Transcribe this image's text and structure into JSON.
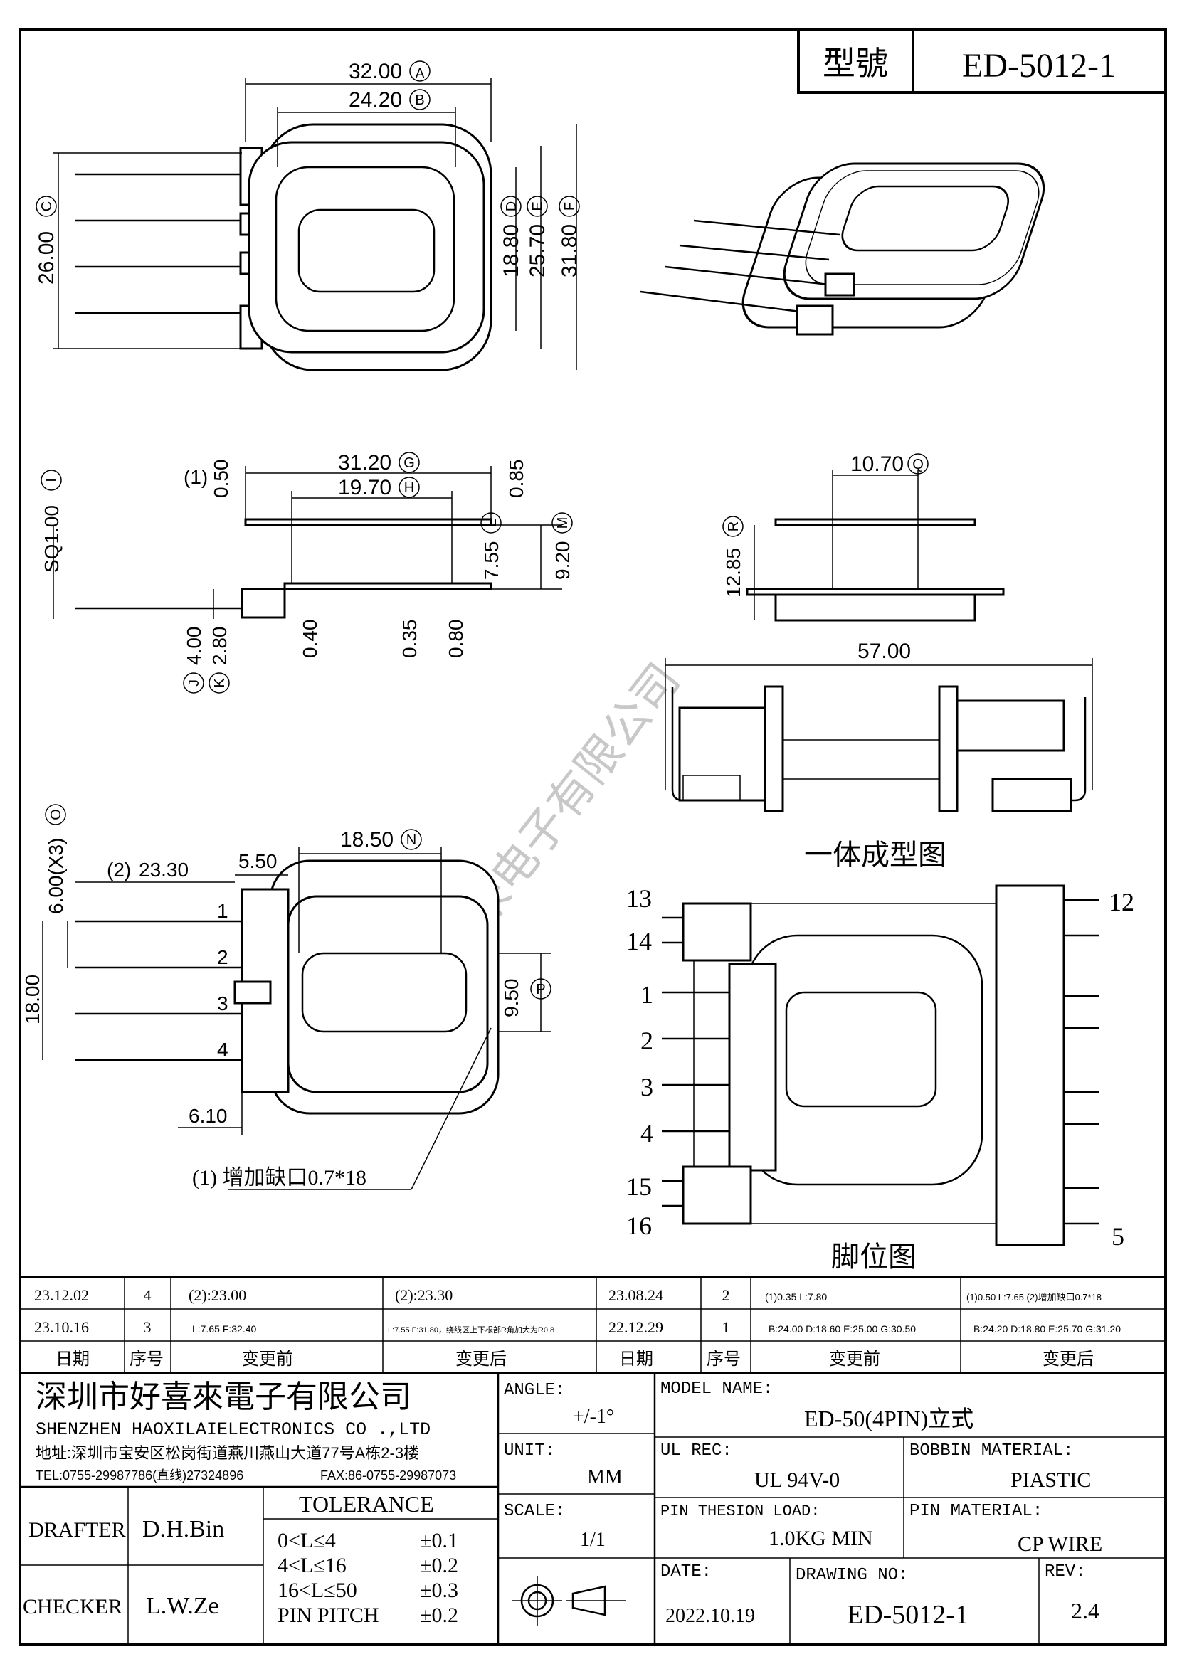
{
  "header": {
    "model_label": "型號",
    "model_no": "ED-5012-1"
  },
  "dims": {
    "A": "32.00",
    "B": "24.20",
    "C": "26.00",
    "D": "18.80",
    "E": "25.70",
    "F": "31.80",
    "G": "31.20",
    "H": "19.70",
    "I": "SQ1.00",
    "J": "4.00",
    "K": "2.80",
    "L": "7.55",
    "M": "9.20",
    "N": "18.50",
    "O": "6.00(X3)",
    "P": "9.50",
    "Q": "10.70",
    "R": "12.85",
    "d050": "0.50",
    "d085": "0.85",
    "d040": "0.40",
    "d035": "0.35",
    "d080": "0.80",
    "d2330": "23.30",
    "d550": "5.50",
    "d1800": "18.00",
    "d610": "6.10",
    "d5700": "57.00",
    "mark1": "(1)",
    "mark2": "(2)"
  },
  "circles": {
    "A": "A",
    "B": "B",
    "C": "C",
    "D": "D",
    "E": "E",
    "F": "F",
    "G": "G",
    "H": "H",
    "I": "I",
    "J": "J",
    "K": "K",
    "L": "L",
    "M": "M",
    "N": "N",
    "O": "O",
    "P": "P",
    "Q": "Q",
    "R": "R"
  },
  "note_notch": "(1) 增加缺口0.7*18",
  "side_pins": [
    "1",
    "2",
    "3",
    "4"
  ],
  "captions": {
    "integral": "一体成型图",
    "pinout": "脚位图"
  },
  "pinout": {
    "left": [
      "13",
      "14",
      "1",
      "2",
      "3",
      "4",
      "15",
      "16"
    ],
    "right_top": "12",
    "right_bottom": "5"
  },
  "watermark": "深圳市好喜来电子有限公司",
  "revision": {
    "rows": [
      [
        "23.12.02",
        "4",
        "(2):23.00",
        "(2):23.30",
        "23.08.24",
        "2",
        "(1)0.35  L:7.80",
        "(1)0.50  L:7.65  (2)增加缺口0.7*18"
      ],
      [
        "23.10.16",
        "3",
        "L:7.65  F:32.40",
        "L:7.55 F:31.80，绕线区上下根部R角加大为R0.8",
        "22.12.29",
        "1",
        "B:24.00 D:18.60 E:25.00 G:30.50",
        "B:24.20 D:18.80 E:25.70 G:31.20"
      ]
    ],
    "headers": [
      "日期",
      "序号",
      "变更前",
      "变更后",
      "日期",
      "序号",
      "变更前",
      "变更后"
    ]
  },
  "company": {
    "name_cn": "深圳市好喜來電子有限公司",
    "name_en": "SHENZHEN HAOXILAIELECTRONICS CO .,LTD",
    "address": "地址:深圳市宝安区松岗街道燕川燕山大道77号A栋2-3楼",
    "tel": "TEL:0755-29987786(直线)27324896",
    "fax": "FAX:86-0755-29987073"
  },
  "title_block": {
    "drafter_label": "DRAFTER",
    "drafter": "D.H.Bin",
    "checker_label": "CHECKER",
    "checker": "L.W.Ze",
    "tolerance_label": "TOLERANCE",
    "tolerances": [
      [
        "0<L≤4",
        "±0.1"
      ],
      [
        "4<L≤16",
        "±0.2"
      ],
      [
        "16<L≤50",
        "±0.3"
      ],
      [
        "PIN PITCH",
        "±0.2"
      ]
    ],
    "angle_label": "ANGLE:",
    "angle": "+/-1°",
    "unit_label": "UNIT:",
    "unit": "MM",
    "scale_label": "SCALE:",
    "scale": "1/1",
    "model_label": "MODEL NAME:",
    "model": "ED-50(4PIN)立式",
    "ul_label": "UL REC:",
    "ul": "UL 94V-0",
    "bobbin_label": "BOBBIN MATERIAL:",
    "bobbin": "PIASTIC",
    "pinload_label": "PIN THESION LOAD:",
    "pinload": "1.0KG MIN",
    "pinmat_label": "PIN MATERIAL:",
    "pinmat": "CP  WIRE",
    "date_label": "DATE:",
    "date": "2022.10.19",
    "drawing_label": "DRAWING NO:",
    "drawing": "ED-5012-1",
    "rev_label": "REV:",
    "rev": "2.4"
  }
}
